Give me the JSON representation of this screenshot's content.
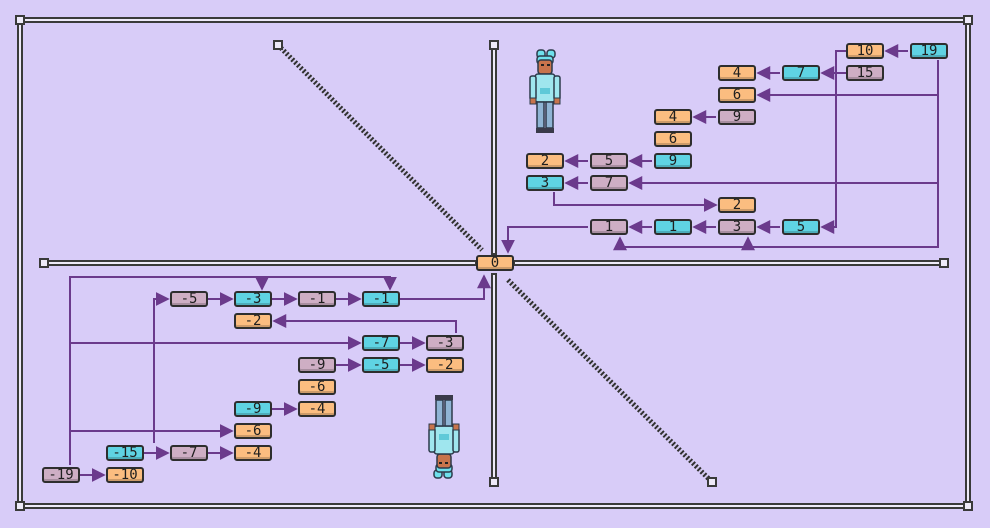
{
  "title": "",
  "colors": {
    "background": "#d8ccf8",
    "frame": "#3a3a3a",
    "wire": "#6b3a8c",
    "orange": "#fbbd80",
    "cyan": "#5fd3e3",
    "pink": "#ceaec4"
  },
  "center_tile": {
    "value": "0",
    "color": "orange"
  },
  "tiles": [
    {
      "id": "t10",
      "value": "10",
      "color": "orange"
    },
    {
      "id": "t19",
      "value": "19",
      "color": "cyan"
    },
    {
      "id": "t4a",
      "value": "4",
      "color": "orange"
    },
    {
      "id": "t7a",
      "value": "7",
      "color": "cyan"
    },
    {
      "id": "t15",
      "value": "15",
      "color": "pink"
    },
    {
      "id": "t6a",
      "value": "6",
      "color": "orange"
    },
    {
      "id": "t4b",
      "value": "4",
      "color": "orange"
    },
    {
      "id": "t9a",
      "value": "9",
      "color": "pink"
    },
    {
      "id": "t6b",
      "value": "6",
      "color": "orange"
    },
    {
      "id": "t2a",
      "value": "2",
      "color": "orange"
    },
    {
      "id": "t5a",
      "value": "5",
      "color": "pink"
    },
    {
      "id": "t9b",
      "value": "9",
      "color": "cyan"
    },
    {
      "id": "t3a",
      "value": "3",
      "color": "cyan"
    },
    {
      "id": "t7b",
      "value": "7",
      "color": "pink"
    },
    {
      "id": "t2b",
      "value": "2",
      "color": "orange"
    },
    {
      "id": "t1a",
      "value": "1",
      "color": "pink"
    },
    {
      "id": "t1b",
      "value": "1",
      "color": "cyan"
    },
    {
      "id": "t3b",
      "value": "3",
      "color": "pink"
    },
    {
      "id": "t5b",
      "value": "5",
      "color": "cyan"
    },
    {
      "id": "tm5a",
      "value": "-5",
      "color": "pink"
    },
    {
      "id": "tm3a",
      "value": "-3",
      "color": "cyan"
    },
    {
      "id": "tm1a",
      "value": "-1",
      "color": "pink"
    },
    {
      "id": "tm1b",
      "value": "-1",
      "color": "cyan"
    },
    {
      "id": "tm2a",
      "value": "-2",
      "color": "orange"
    },
    {
      "id": "tm7a",
      "value": "-7",
      "color": "cyan"
    },
    {
      "id": "tm3b",
      "value": "-3",
      "color": "pink"
    },
    {
      "id": "tm9a",
      "value": "-9",
      "color": "pink"
    },
    {
      "id": "tm5b",
      "value": "-5",
      "color": "cyan"
    },
    {
      "id": "tm2b",
      "value": "-2",
      "color": "orange"
    },
    {
      "id": "tm6a",
      "value": "-6",
      "color": "orange"
    },
    {
      "id": "tm9b",
      "value": "-9",
      "color": "cyan"
    },
    {
      "id": "tm4a",
      "value": "-4",
      "color": "orange"
    },
    {
      "id": "tm6b",
      "value": "-6",
      "color": "orange"
    },
    {
      "id": "tm15",
      "value": "-15",
      "color": "cyan"
    },
    {
      "id": "tm7b",
      "value": "-7",
      "color": "pink"
    },
    {
      "id": "tm4b",
      "value": "-4",
      "color": "orange"
    },
    {
      "id": "tm19",
      "value": "-19",
      "color": "pink"
    },
    {
      "id": "tm10",
      "value": "-10",
      "color": "orange"
    }
  ],
  "characters": [
    {
      "id": "char-top",
      "orientation": "upright"
    },
    {
      "id": "char-bottom",
      "orientation": "upside-down"
    }
  ]
}
